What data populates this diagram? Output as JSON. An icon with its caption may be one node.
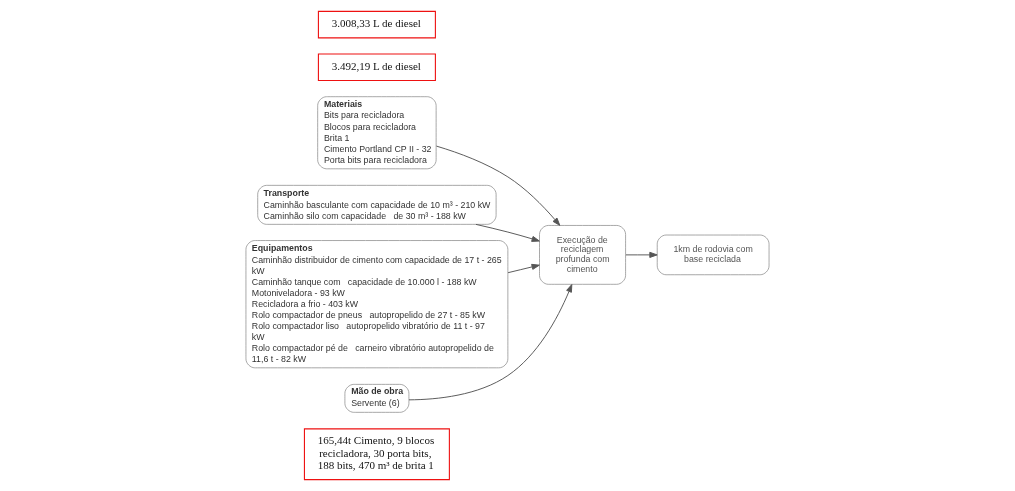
{
  "diagram": {
    "nodes": [
      {
        "text": [
          "165,44t Cimento, 9 blocos recicladora, 30 porta bits, 188 bits, 470 m³ de brita 1"
        ]
      },
      {
        "text": [
          "Materiais",
          "Bits para recicladora",
          "Blocos para recicladora",
          "Brita 1",
          "Cimento Portland CP II - 32",
          "Porta bits para recicladora"
        ]
      },
      {
        "text": [
          "3.492,19 L de diesel"
        ]
      },
      {
        "text": [
          "Transporte",
          "Caminhão basculante com capacidade de 10 m³ - 210 kW",
          "Caminhão silo com capacidade   de 30 m³ - 188 kW"
        ]
      },
      {
        "text": [
          "Equipamentos",
          "Caminhão distribuidor de cimento com capacidade de 17 t - 265 kW",
          "Caminhão tanque com   capacidade de 10.000 l - 188 kW",
          "Motoniveladora - 93 kW",
          "Recicladora a frio - 403 kW",
          "Rolo compactador de pneus   autopropelido de 27 t - 85 kW",
          "Rolo compactador liso   autopropelido vibratório de 11 t - 97 kW",
          "Rolo compactador pé de   carneiro vibratório autopropelido de 11,6 t - 82 kW"
        ]
      },
      {
        "text": [
          "Execução de reciclagem profunda com cimento"
        ]
      },
      {
        "text": [
          "1km de rodovia com base reciclada"
        ]
      },
      {
        "text": [
          "Mão de obra",
          "Servente (6)"
        ]
      },
      {
        "text": [
          "3.008,33 L de diesel"
        ]
      }
    ],
    "edges": [
      {
        "from": 1,
        "to": 5,
        "arrow": "to"
      },
      {
        "from": 3,
        "to": 5,
        "arrow": "to"
      },
      {
        "from": 4,
        "to": 5,
        "arrow": "to"
      },
      {
        "from": 5,
        "to": 6,
        "arrow": "to"
      },
      {
        "from": 7,
        "to": 5,
        "arrow": "to"
      }
    ]
  }
}
